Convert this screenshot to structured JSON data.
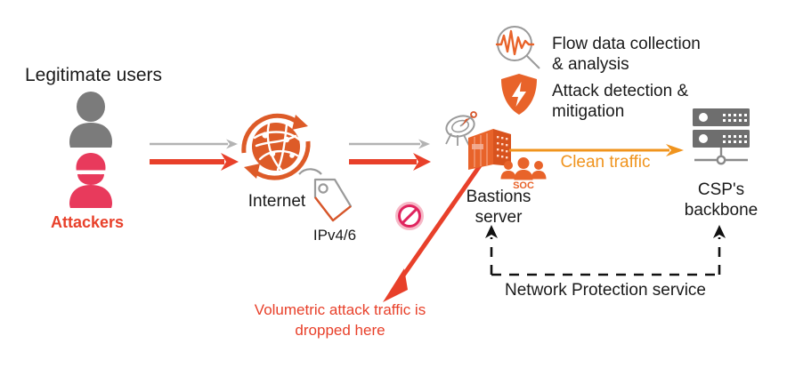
{
  "diagram": {
    "title": "Network Protection service traffic flow",
    "colors": {
      "red": "#E8402A",
      "orange_accent": "#F0941E",
      "server_orange": "#E8632A",
      "globe_orange": "#DD5B28",
      "gray_user": "#7B7B7B",
      "attacker_pink": "#E83A5C",
      "gray_icon": "#9A9A9A",
      "dark_text": "#1a1a1a",
      "prohibit_pink": "#E8527A",
      "backbone_gray": "#6E6E6E"
    }
  },
  "labels": {
    "legitimate_users": "Legitimate users",
    "attackers": "Attackers",
    "internet": "Internet",
    "ip_tag": "IPv4/6",
    "bastions_server_line1": "Bastions",
    "bastions_server_line2": "server",
    "soc": "SOC",
    "clean_traffic": "Clean traffic",
    "csp_backbone_line1": "CSP's",
    "csp_backbone_line2": "backbone",
    "flow_data_line1": "Flow data collection",
    "flow_data_line2": "& analysis",
    "attack_detection_line1": "Attack detection &",
    "attack_detection_line2": "mitigation",
    "network_protection_service": "Network Protection service",
    "dropped_line1": "Volumetric attack traffic is",
    "dropped_line2": "dropped here"
  },
  "icons": {
    "user": "user-silhouette-icon",
    "attacker": "masked-attacker-icon",
    "globe": "internet-globe-icon",
    "tag": "ip-tag-icon",
    "prohibit": "prohibition-sign-icon",
    "satellite": "satellite-dish-icon",
    "server_rack": "bastions-server-rack-icon",
    "soc_people": "soc-people-icon",
    "magnifier_wave": "flow-analysis-magnifier-icon",
    "shield_bolt": "attack-mitigation-shield-icon",
    "backbone": "csp-backbone-servers-icon"
  },
  "flows": [
    {
      "name": "legit-to-internet",
      "style": "thin-gray",
      "label": ""
    },
    {
      "name": "attack-to-internet",
      "style": "thick-red",
      "label": ""
    },
    {
      "name": "internet-to-bastions-legit",
      "style": "thin-gray",
      "label": ""
    },
    {
      "name": "internet-to-bastions-attack",
      "style": "thick-red",
      "label": ""
    },
    {
      "name": "bastions-to-backbone",
      "style": "orange",
      "label": "Clean traffic"
    },
    {
      "name": "dropped-attack-traffic",
      "style": "red-diagonal",
      "label": "Volumetric attack traffic is dropped here"
    }
  ]
}
